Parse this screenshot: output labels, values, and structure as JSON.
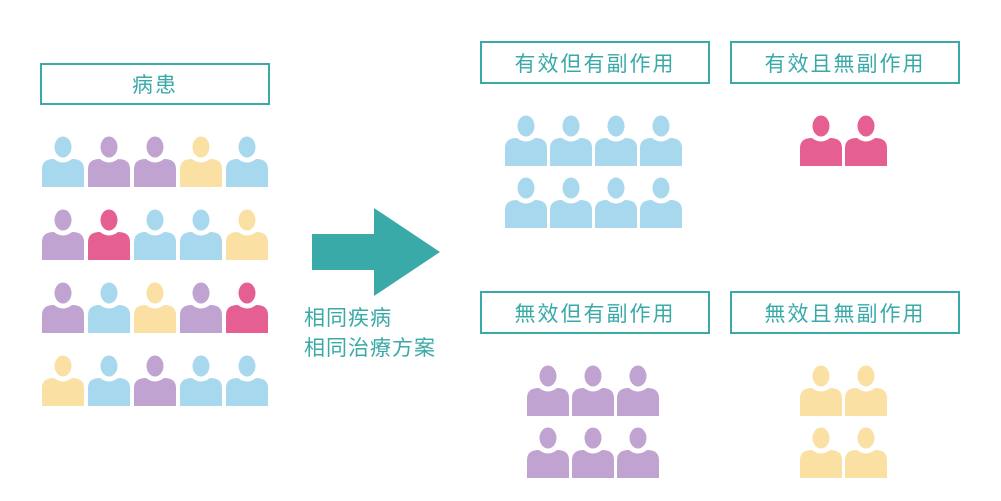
{
  "labels": {
    "patients": "病患",
    "group_effective_side": "有效但有副作用",
    "group_effective_noside": "有效且無副作用",
    "group_ineffective_side": "無效但有副作用",
    "group_ineffective_noside": "無效且無副作用"
  },
  "caption": {
    "line1": "相同疾病",
    "line2": "相同治療方案"
  },
  "colors": {
    "accent": "#3aaaa8",
    "blue": "#a8d8ee",
    "purple": "#c0a3d0",
    "yellow": "#fbe0a4",
    "pink": "#e55f93"
  },
  "patient_grid": [
    [
      "blue",
      "purple",
      "purple",
      "yellow",
      "blue"
    ],
    [
      "purple",
      "pink",
      "blue",
      "blue",
      "yellow"
    ],
    [
      "purple",
      "blue",
      "yellow",
      "purple",
      "pink"
    ],
    [
      "yellow",
      "blue",
      "purple",
      "blue",
      "blue"
    ]
  ],
  "groups": {
    "effective_side": {
      "color": "blue",
      "count": 8
    },
    "effective_noside": {
      "color": "pink",
      "count": 2
    },
    "ineffective_side": {
      "color": "purple",
      "count": 6
    },
    "ineffective_noside": {
      "color": "yellow",
      "count": 4
    }
  }
}
